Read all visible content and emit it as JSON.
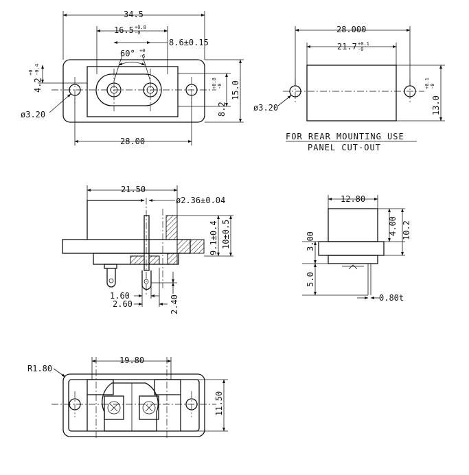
{
  "top_left": {
    "width_total": "34.5",
    "pin_span": "16.5",
    "pin_span_tol_up": "+0.8",
    "pin_span_tol_dn": "-0",
    "angle": "60°",
    "angle_tol_up": "+0",
    "angle_tol_dn": "-5",
    "right_dim": "8.6±0.15",
    "left_v_main": "4.2",
    "left_v_up": "+0",
    "left_v_dn": "-0.4",
    "right_v_main": "8.2",
    "right_v_up": "+0.8",
    "right_v_dn": "-0",
    "height": "15.0",
    "hole_dia": "ø3.20",
    "bottom_span": "28.00"
  },
  "top_right": {
    "hole_span": "28.000",
    "cutout_w": "21.7",
    "cutout_w_up": "+0.1",
    "cutout_w_dn": "-0",
    "cutout_h": "13.0",
    "cutout_h_up": "+0.1",
    "cutout_h_dn": "-0",
    "hole_dia": "ø3.20",
    "note_line1": "FOR REAR MOUNTING USE",
    "note_line2": "PANEL CUT-OUT"
  },
  "mid_left": {
    "body_len": "21.50",
    "pin_dia": "ø2.36±0.04",
    "v1": "9.1±0.4",
    "v2": "10±0.5",
    "d160": "1.60",
    "d260": "2.60",
    "d240": "2.40"
  },
  "mid_right": {
    "width": "12.80",
    "h300": "3.00",
    "h400": "4.00",
    "h102": "10.2",
    "h50": "5.0",
    "thick": "0.80t"
  },
  "bottom": {
    "radius": "R1.80",
    "span": "19.80",
    "height": "11.50"
  }
}
